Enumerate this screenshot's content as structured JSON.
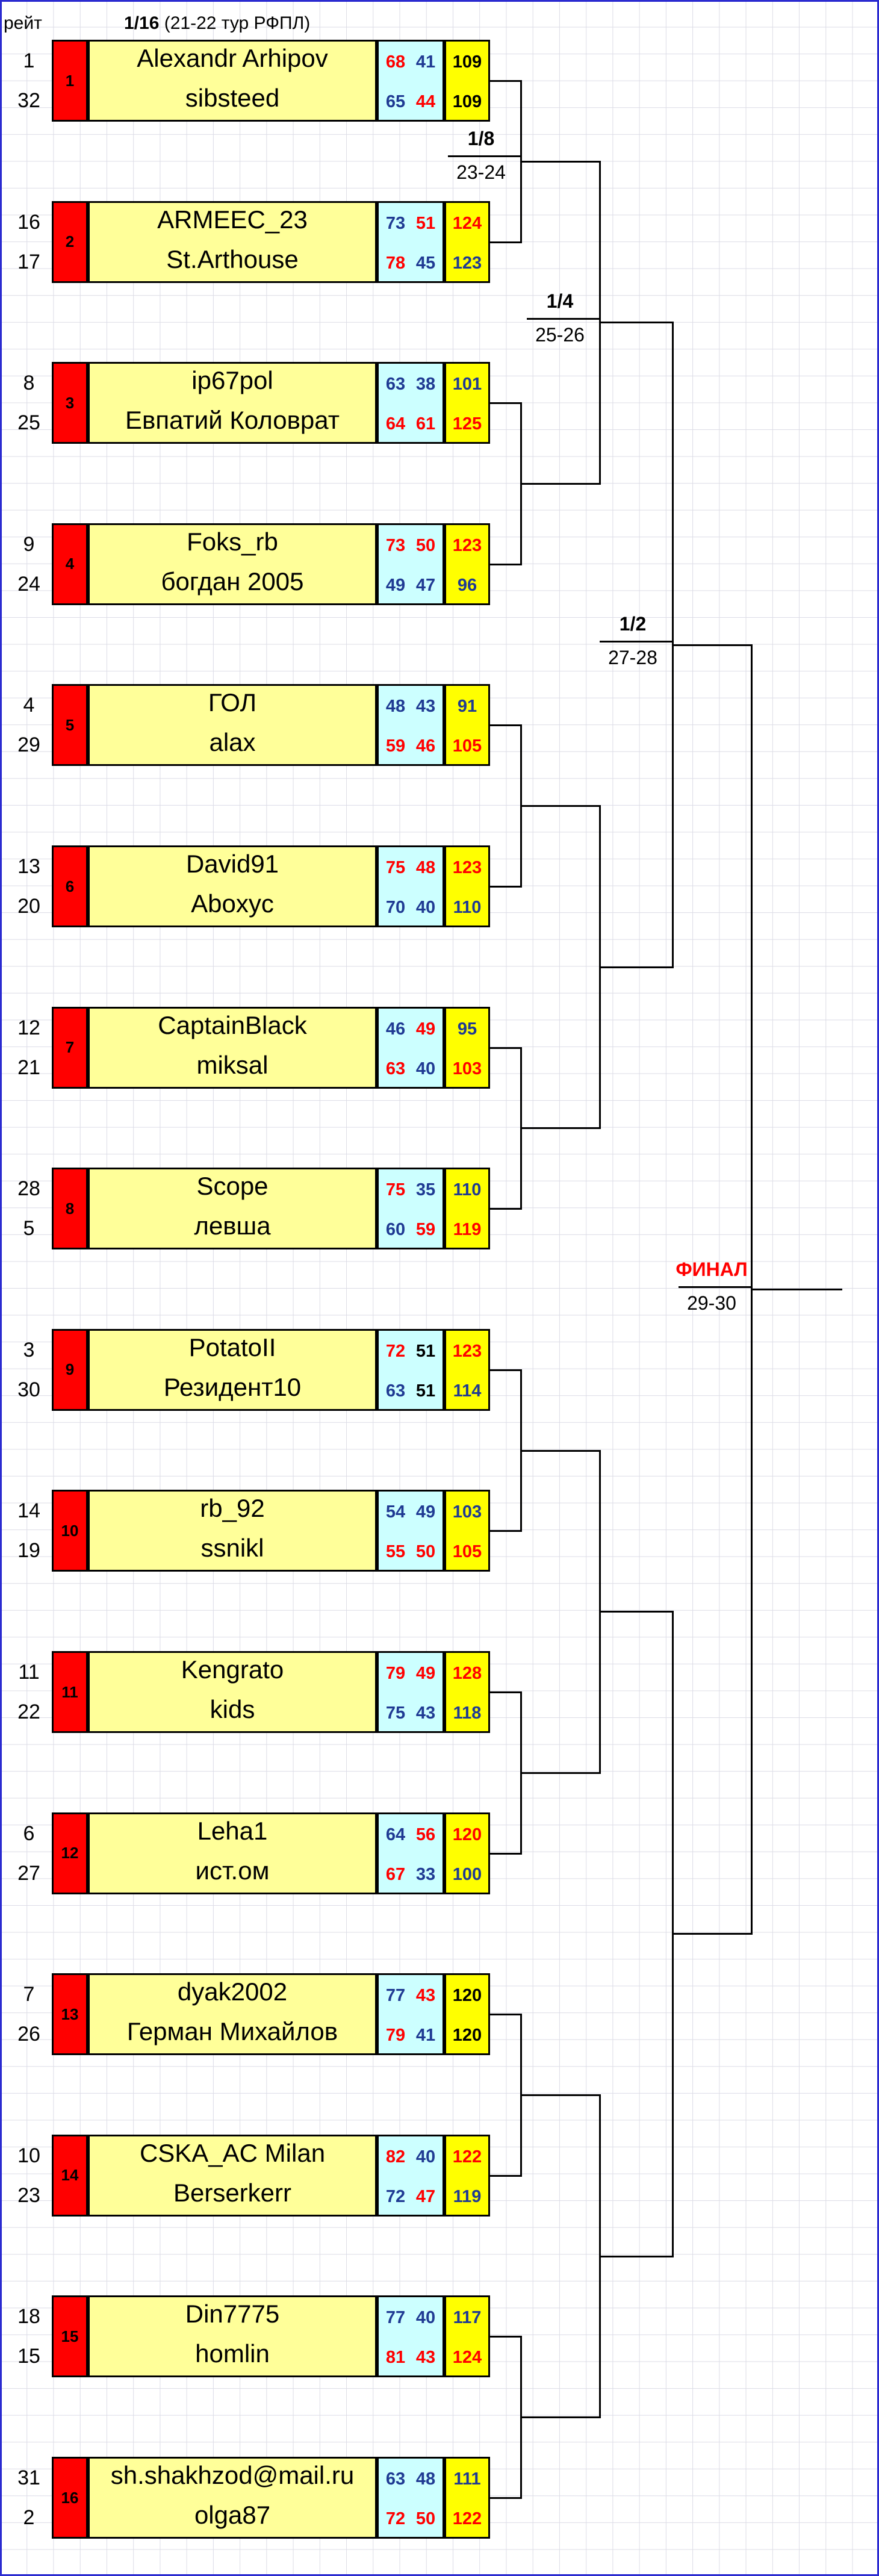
{
  "header": {
    "rank_col": "рейт",
    "round": "1/16",
    "round_note": "(21-22 тур РФПЛ)"
  },
  "rounds": [
    {
      "name": "1/8",
      "tours": "23-24"
    },
    {
      "name": "1/4",
      "tours": "25-26"
    },
    {
      "name": "1/2",
      "tours": "27-28"
    },
    {
      "name": "ФИНАЛ",
      "tours": "29-30"
    }
  ],
  "matches": [
    {
      "seed": "1",
      "p1": {
        "rank": "1",
        "name": "Alexandr Arhipov",
        "a": "68",
        "b": "41",
        "total": "109"
      },
      "p2": {
        "rank": "32",
        "name": "sibsteed",
        "a": "65",
        "b": "44",
        "total": "109"
      }
    },
    {
      "seed": "2",
      "p1": {
        "rank": "16",
        "name": "ARMEEC_23",
        "a": "73",
        "b": "51",
        "total": "124"
      },
      "p2": {
        "rank": "17",
        "name": "St.Arthouse",
        "a": "78",
        "b": "45",
        "total": "123"
      }
    },
    {
      "seed": "3",
      "p1": {
        "rank": "8",
        "name": "ip67pol",
        "a": "63",
        "b": "38",
        "total": "101"
      },
      "p2": {
        "rank": "25",
        "name": "Евпатий Коловрат",
        "a": "64",
        "b": "61",
        "total": "125"
      }
    },
    {
      "seed": "4",
      "p1": {
        "rank": "9",
        "name": "Foks_rb",
        "a": "73",
        "b": "50",
        "total": "123"
      },
      "p2": {
        "rank": "24",
        "name": "богдан 2005",
        "a": "49",
        "b": "47",
        "total": "96"
      }
    },
    {
      "seed": "5",
      "p1": {
        "rank": "4",
        "name": "ГОЛ",
        "a": "48",
        "b": "43",
        "total": "91"
      },
      "p2": {
        "rank": "29",
        "name": "alax",
        "a": "59",
        "b": "46",
        "total": "105"
      }
    },
    {
      "seed": "6",
      "p1": {
        "rank": "13",
        "name": "David91",
        "a": "75",
        "b": "48",
        "total": "123"
      },
      "p2": {
        "rank": "20",
        "name": "Aboxyc",
        "a": "70",
        "b": "40",
        "total": "110"
      }
    },
    {
      "seed": "7",
      "p1": {
        "rank": "12",
        "name": "CaptainBlack",
        "a": "46",
        "b": "49",
        "total": "95"
      },
      "p2": {
        "rank": "21",
        "name": "miksal",
        "a": "63",
        "b": "40",
        "total": "103"
      }
    },
    {
      "seed": "8",
      "p1": {
        "rank": "28",
        "name": "Scope",
        "a": "75",
        "b": "35",
        "total": "110"
      },
      "p2": {
        "rank": "5",
        "name": "левша",
        "a": "60",
        "b": "59",
        "total": "119"
      }
    },
    {
      "seed": "9",
      "p1": {
        "rank": "3",
        "name": "PotatoII",
        "a": "72",
        "b": "51",
        "total": "123"
      },
      "p2": {
        "rank": "30",
        "name": "Резидент10",
        "a": "63",
        "b": "51",
        "total": "114"
      }
    },
    {
      "seed": "10",
      "p1": {
        "rank": "14",
        "name": "rb_92",
        "a": "54",
        "b": "49",
        "total": "103"
      },
      "p2": {
        "rank": "19",
        "name": "ssnikl",
        "a": "55",
        "b": "50",
        "total": "105"
      }
    },
    {
      "seed": "11",
      "p1": {
        "rank": "11",
        "name": "Kengrato",
        "a": "79",
        "b": "49",
        "total": "128"
      },
      "p2": {
        "rank": "22",
        "name": "kids",
        "a": "75",
        "b": "43",
        "total": "118"
      }
    },
    {
      "seed": "12",
      "p1": {
        "rank": "6",
        "name": "Leha1",
        "a": "64",
        "b": "56",
        "total": "120"
      },
      "p2": {
        "rank": "27",
        "name": "ист.ом",
        "a": "67",
        "b": "33",
        "total": "100"
      }
    },
    {
      "seed": "13",
      "p1": {
        "rank": "7",
        "name": "dyak2002",
        "a": "77",
        "b": "43",
        "total": "120"
      },
      "p2": {
        "rank": "26",
        "name": "Герман Михайлов",
        "a": "79",
        "b": "41",
        "total": "120"
      }
    },
    {
      "seed": "14",
      "p1": {
        "rank": "10",
        "name": "CSKA_AC Milan",
        "a": "82",
        "b": "40",
        "total": "122"
      },
      "p2": {
        "rank": "23",
        "name": "Berserkerr",
        "a": "72",
        "b": "47",
        "total": "119"
      }
    },
    {
      "seed": "15",
      "p1": {
        "rank": "18",
        "name": "Din7775",
        "a": "77",
        "b": "40",
        "total": "117"
      },
      "p2": {
        "rank": "15",
        "name": "homlin",
        "a": "81",
        "b": "43",
        "total": "124"
      }
    },
    {
      "seed": "16",
      "p1": {
        "rank": "31",
        "name": "sh.shakhzod@mail.ru",
        "a": "63",
        "b": "48",
        "total": "111"
      },
      "p2": {
        "rank": "2",
        "name": "olga87",
        "a": "72",
        "b": "50",
        "total": "122"
      }
    }
  ],
  "colors": {
    "seed_bg": "#ff0000",
    "name_bg": "#ffff99",
    "points_bg": "#ccffff",
    "total_bg": "#ffff00",
    "final_label": "#ff0000",
    "red_text": "#ff0000",
    "blue_text": "#1f3a93",
    "border": "#2a2ad0"
  }
}
